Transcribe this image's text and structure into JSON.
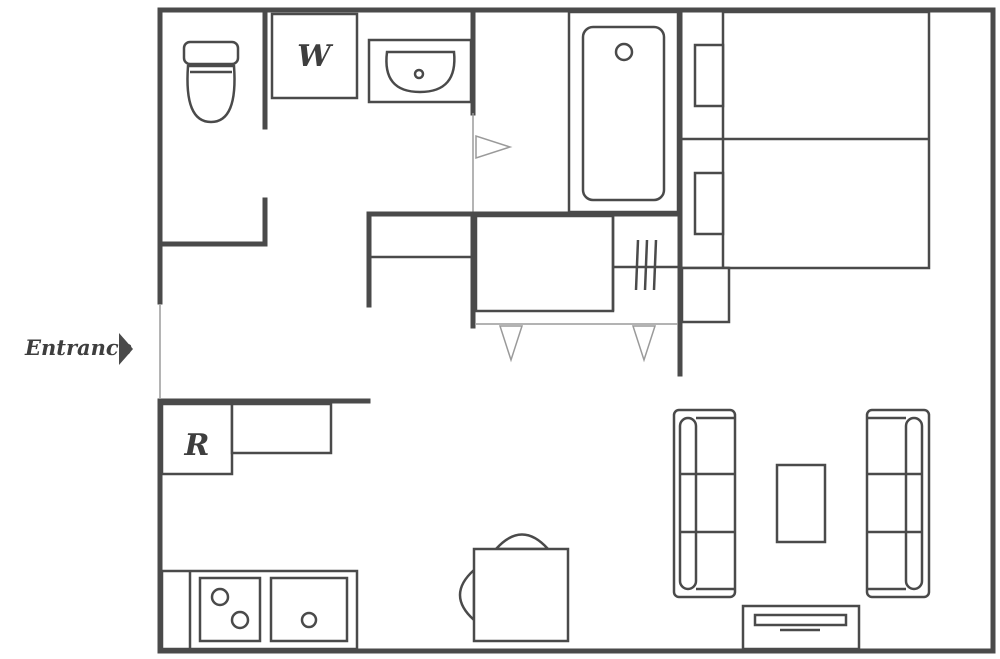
{
  "labels": {
    "entrance": "Entrance",
    "washer": "W",
    "refrigerator": "R"
  },
  "colors": {
    "wall": "#4a4a4a",
    "background": "#ffffff",
    "door": "#9a9a9a"
  }
}
